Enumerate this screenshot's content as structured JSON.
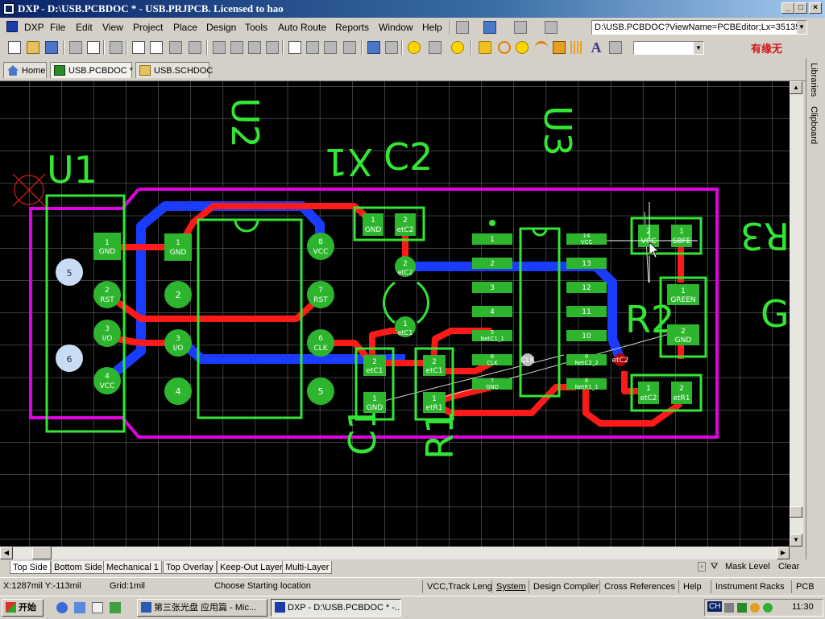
{
  "window": {
    "title": "DXP - D:\\USB.PCBDOC * - USB.PRJPCB. Licensed to hao",
    "buttons": [
      "_",
      "□",
      "×"
    ]
  },
  "menu": {
    "items": [
      "DXP",
      "File",
      "Edit",
      "View",
      "Project",
      "Place",
      "Design",
      "Tools",
      "Auto Route",
      "Reports",
      "Window",
      "Help"
    ]
  },
  "toolbar": {
    "address": "D:\\USB.PCBDOC?ViewName=PCBEditor;Lx=35135349",
    "combo_value": "",
    "logo_text": "有缘无"
  },
  "doc_tabs": [
    {
      "label": "Home"
    },
    {
      "label": "USB.PCBDOC *"
    },
    {
      "label": "USB.SCHDOC"
    }
  ],
  "side_panels": [
    "Libraries",
    "Clipboard"
  ],
  "pcb": {
    "designators": {
      "u1": "U1",
      "u2": "U2",
      "u3": "U3",
      "x1": "X1",
      "c2": "C2",
      "c1": "C1",
      "r1": "R1",
      "r2": "R2",
      "r3": "R3",
      "g": "G"
    },
    "u1_pads": [
      {
        "num": "1",
        "net": "GND"
      },
      {
        "num": "2",
        "net": "RST"
      },
      {
        "num": "3",
        "net": "I/O"
      },
      {
        "num": "4",
        "net": "VCC"
      },
      {
        "num": "5",
        "net": ""
      },
      {
        "num": "6",
        "net": ""
      }
    ],
    "u2_pads": [
      {
        "num": "1",
        "net": "GND"
      },
      {
        "num": "2",
        "net": ""
      },
      {
        "num": "3",
        "net": "I/O"
      },
      {
        "num": "4",
        "net": ""
      },
      {
        "num": "5",
        "net": ""
      },
      {
        "num": "6",
        "net": "CLK"
      },
      {
        "num": "7",
        "net": "RST"
      },
      {
        "num": "8",
        "net": "VCC"
      }
    ],
    "u3_left_pins": [
      {
        "num": "1",
        "net": ""
      },
      {
        "num": "2",
        "net": ""
      },
      {
        "num": "3",
        "net": ""
      },
      {
        "num": "4",
        "net": ""
      },
      {
        "num": "5",
        "net": "NetC1_1"
      },
      {
        "num": "6",
        "net": "CLK"
      },
      {
        "num": "7",
        "net": "GND"
      }
    ],
    "u3_right_pins": [
      {
        "num": "14",
        "net": "VCC"
      },
      {
        "num": "13",
        "net": ""
      },
      {
        "num": "12",
        "net": ""
      },
      {
        "num": "11",
        "net": ""
      },
      {
        "num": "10",
        "net": ""
      },
      {
        "num": "9",
        "net": "NetC2_2"
      },
      {
        "num": "8",
        "net": "NetR1_1"
      }
    ],
    "c2_pads": [
      {
        "num": "1",
        "net": "GND"
      },
      {
        "num": "2",
        "net": "etC2"
      }
    ],
    "x1_pads": [
      {
        "num": "2",
        "net": "etC2"
      },
      {
        "num": "1",
        "net": "etC1"
      }
    ],
    "c1_pads": [
      {
        "num": "2",
        "net": "etC1"
      },
      {
        "num": "1",
        "net": "GND"
      }
    ],
    "r1_pads": [
      {
        "num": "2",
        "net": "etC1"
      },
      {
        "num": "1",
        "net": "etR1"
      }
    ],
    "r3_pads": [
      {
        "num": "2",
        "net": "VCC"
      },
      {
        "num": "1",
        "net": "SBFE"
      }
    ],
    "led_pads": [
      {
        "num": "1",
        "net": "GREEN"
      },
      {
        "num": "2",
        "net": "GND"
      }
    ],
    "r2_pads": [
      {
        "num": "1",
        "net": "etC2"
      },
      {
        "num": "2",
        "net": "etR1"
      }
    ],
    "clk_via": "CLK",
    "netc2_label": "etC2"
  },
  "layer_tabs": [
    "Top Side",
    "Bottom Side",
    "Mechanical 1",
    "Top Overlay",
    "Keep-Out Layer",
    "Multi-Layer"
  ],
  "mask": {
    "level": "Mask Level",
    "clear": "Clear"
  },
  "status": {
    "coords": "X:1287mil Y:-113mil",
    "grid": "Grid:1mil",
    "message": "Choose Starting location",
    "net": "VCC,Track Leng",
    "panels": [
      "System",
      "Design Compiler",
      "Cross References",
      "Help",
      "Instrument Racks",
      "PCB"
    ]
  },
  "taskbar": {
    "start": "开始",
    "buttons": [
      "第三张光盘 应用篇 - Mic...",
      "DXP - D:\\USB.PCBDOC * -..."
    ],
    "clock": "11:30",
    "ime": "CH"
  },
  "colors": {
    "board_outline": "#e000e0",
    "silkscreen": "#33e633",
    "top_copper": "#ff1a1a",
    "bottom_copper": "#1a3cff",
    "pad": "#2db52d",
    "canvas_bg": "#000000",
    "grid": "#7a7a7a",
    "hole": "#c8dcf4"
  }
}
